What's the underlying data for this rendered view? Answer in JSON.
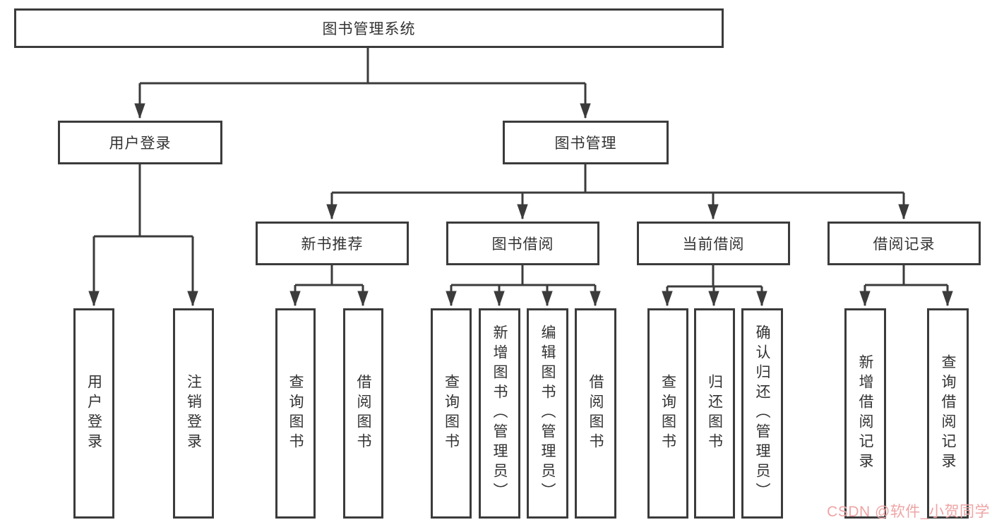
{
  "diagram": {
    "title_node": {
      "label": "图书管理系统"
    },
    "level2": [
      {
        "id": "user-login",
        "label": "用户登录"
      },
      {
        "id": "book-management",
        "label": "图书管理"
      }
    ],
    "level3": [
      {
        "id": "new-book-recommendation",
        "label": "新书推荐",
        "parent": "图书管理"
      },
      {
        "id": "book-borrowing",
        "label": "图书借阅",
        "parent": "图书管理"
      },
      {
        "id": "current-borrowing",
        "label": "当前借阅",
        "parent": "图书管理"
      },
      {
        "id": "borrowing-records",
        "label": "借阅记录",
        "parent": "图书管理"
      }
    ],
    "leaves": [
      {
        "id": "user-login-leaf",
        "label": "用户登录",
        "parent": "用户登录"
      },
      {
        "id": "logout",
        "label": "注销登录",
        "parent": "用户登录"
      },
      {
        "id": "query-books-recommend",
        "label": "查询图书",
        "parent": "新书推荐"
      },
      {
        "id": "borrow-books-recommend",
        "label": "借阅图书",
        "parent": "新书推荐"
      },
      {
        "id": "query-books-borrow",
        "label": "查询图书",
        "parent": "图书借阅"
      },
      {
        "id": "add-books-admin",
        "label": "新增图书（管理员）",
        "parent": "图书借阅"
      },
      {
        "id": "edit-books-admin",
        "label": "编辑图书（管理员）",
        "parent": "图书借阅"
      },
      {
        "id": "borrow-books",
        "label": "借阅图书",
        "parent": "图书借阅"
      },
      {
        "id": "query-books-current",
        "label": "查询图书",
        "parent": "当前借阅"
      },
      {
        "id": "return-books",
        "label": "归还图书",
        "parent": "当前借阅"
      },
      {
        "id": "confirm-return-admin",
        "label": "确认归还（管理员）",
        "parent": "当前借阅"
      },
      {
        "id": "add-borrow-record",
        "label": "新增借阅记录",
        "parent": "借阅记录"
      },
      {
        "id": "query-borrow-record",
        "label": "查询借阅记录",
        "parent": "借阅记录"
      }
    ],
    "watermark": "CSDN @软件_小贺同学",
    "colors": {
      "line": "#3b3b3b",
      "text": "#333333",
      "background": "#ffffff",
      "watermark": "#efa4a4"
    }
  }
}
